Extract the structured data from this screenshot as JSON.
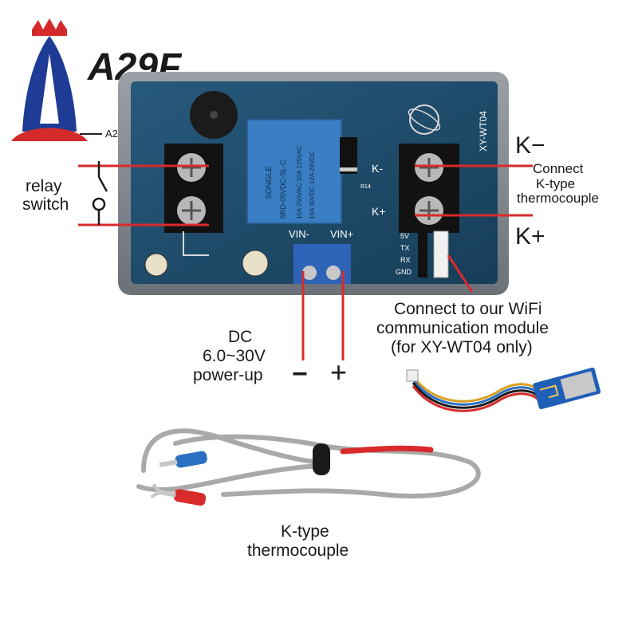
{
  "brand": {
    "logo_text": "A29F",
    "banner_text": "A29F"
  },
  "board": {
    "model_label": "XY-WT04",
    "relay_text_1": "SONGLE",
    "relay_text_2": "SRD-05VDC-SL-C",
    "relay_text_3": "10A 250VAC 10A 125VAC",
    "relay_text_4": "10A 30VDC 10A 28VDC",
    "terminal_k_minus": "K-",
    "terminal_k_plus": "K+",
    "vin_minus": "VIN-",
    "vin_plus": "VIN+",
    "pin_5v": "5V",
    "pin_tx": "TX",
    "pin_rx": "RX",
    "pin_gnd": "GND",
    "resistor_label": "R14"
  },
  "annotations": {
    "relay_switch_line1": "relay",
    "relay_switch_line2": "switch",
    "k_minus": "K−",
    "k_plus": "K+",
    "connect_tc_line1": "Connect",
    "connect_tc_line2": "K-type",
    "connect_tc_line3": "thermocouple",
    "dc_line1": "DC",
    "dc_line2": "6.0~30V",
    "dc_line3": "power-up",
    "minus_sign": "−",
    "plus_sign": "+",
    "wifi_line1": "Connect to our WiFi",
    "wifi_line2": "communication module",
    "wifi_line3": "(for XY-WT04 only)",
    "probe_line1": "K-type",
    "probe_line2": "thermocouple"
  },
  "colors": {
    "accent_red": "#d92b2b",
    "board_blue": "#1f4e6e",
    "relay_blue": "#3a7fc4",
    "logo_blue": "#1e3c96",
    "logo_red": "#d52a2a"
  }
}
